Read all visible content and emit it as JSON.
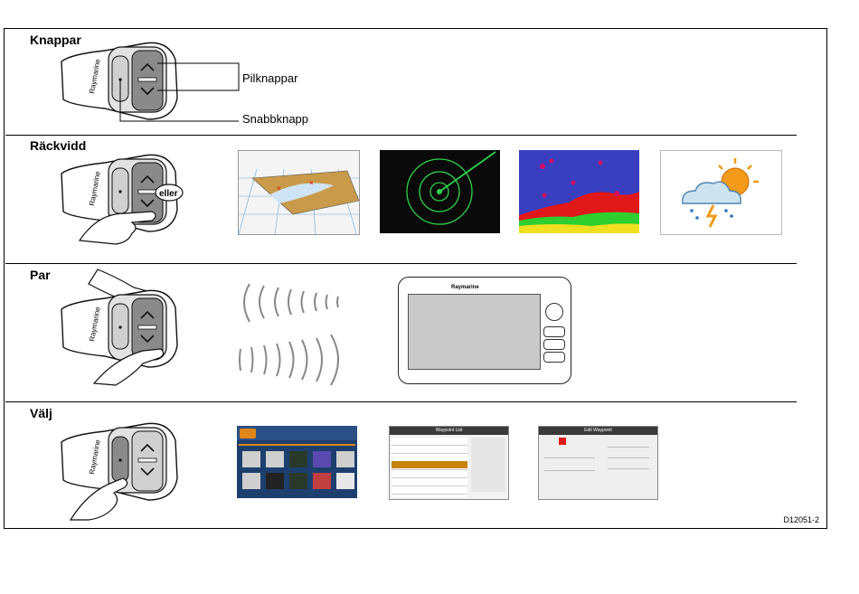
{
  "sections": {
    "knappar": {
      "title": "Knappar",
      "callout_arrows": "Pilknappar",
      "callout_quick": "Snabbknapp"
    },
    "rackvidd": {
      "title": "Räckvidd",
      "bubble": "eller"
    },
    "par": {
      "title": "Par"
    },
    "valj": {
      "title": "Välj"
    }
  },
  "brand": "Raymarine",
  "display_brand": "Raymarine",
  "screens": {
    "waypoint_list_title": "Waypoint List",
    "edit_waypoint_title": "Edit Waypoint"
  },
  "part_number": "D12051-2",
  "colors": {
    "sonar_blue": "#3a3fc0",
    "sonar_red": "#e01818",
    "sonar_yellow": "#f0e020",
    "radar_green": "#2fd24a",
    "menu_orange": "#e0861a"
  }
}
